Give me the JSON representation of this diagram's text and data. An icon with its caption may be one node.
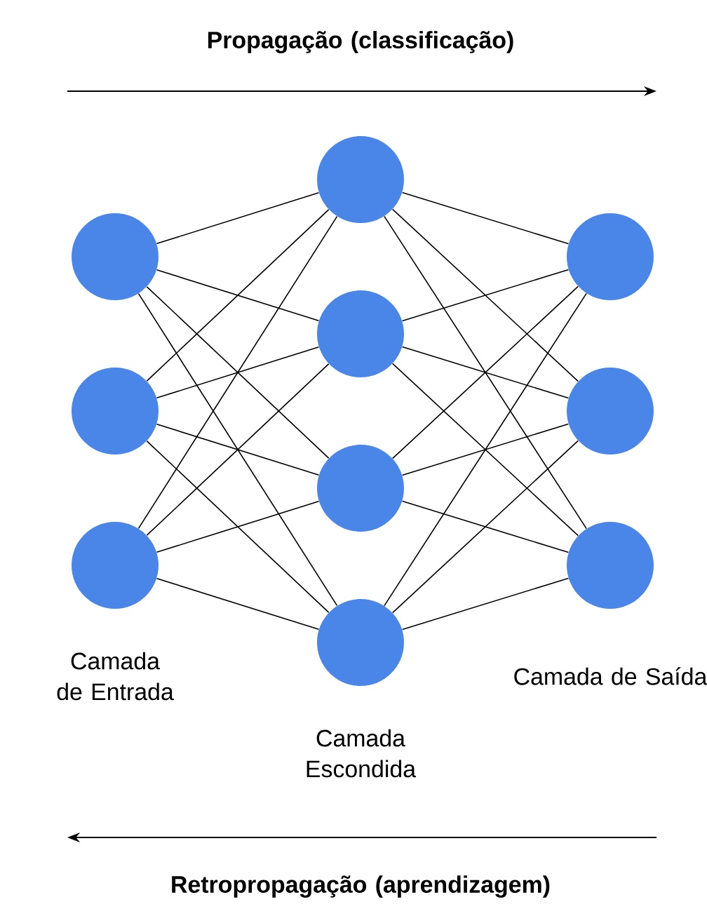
{
  "diagram": {
    "nodes": [
      {
        "text": [],
        "shape": "circle"
      },
      {
        "text": [],
        "shape": "circle"
      },
      {
        "text": [],
        "shape": "circle"
      },
      {
        "text": [],
        "shape": "circle"
      },
      {
        "text": [],
        "shape": "circle"
      },
      {
        "text": [],
        "shape": "circle"
      },
      {
        "text": [],
        "shape": "circle"
      },
      {
        "text": [],
        "shape": "circle"
      },
      {
        "text": [],
        "shape": "circle"
      },
      {
        "text": [],
        "shape": "circle"
      }
    ],
    "edges": [
      {
        "from": 0,
        "to": 3,
        "arrow": "none"
      },
      {
        "from": 0,
        "to": 4,
        "arrow": "none"
      },
      {
        "from": 0,
        "to": 5,
        "arrow": "none"
      },
      {
        "from": 0,
        "to": 6,
        "arrow": "none"
      },
      {
        "from": 1,
        "to": 3,
        "arrow": "none"
      },
      {
        "from": 1,
        "to": 4,
        "arrow": "none"
      },
      {
        "from": 1,
        "to": 5,
        "arrow": "none"
      },
      {
        "from": 1,
        "to": 6,
        "arrow": "none"
      },
      {
        "from": 2,
        "to": 3,
        "arrow": "none"
      },
      {
        "from": 2,
        "to": 4,
        "arrow": "none"
      },
      {
        "from": 2,
        "to": 5,
        "arrow": "none"
      },
      {
        "from": 2,
        "to": 6,
        "arrow": "none"
      },
      {
        "from": 3,
        "to": 7,
        "arrow": "none"
      },
      {
        "from": 3,
        "to": 8,
        "arrow": "none"
      },
      {
        "from": 3,
        "to": 9,
        "arrow": "none"
      },
      {
        "from": 4,
        "to": 7,
        "arrow": "none"
      },
      {
        "from": 4,
        "to": 8,
        "arrow": "none"
      },
      {
        "from": 4,
        "to": 9,
        "arrow": "none"
      },
      {
        "from": 5,
        "to": 7,
        "arrow": "none"
      },
      {
        "from": 5,
        "to": 8,
        "arrow": "none"
      },
      {
        "from": 5,
        "to": 9,
        "arrow": "none"
      },
      {
        "from": 6,
        "to": 7,
        "arrow": "none"
      },
      {
        "from": 6,
        "to": 8,
        "arrow": "none"
      },
      {
        "from": 6,
        "to": 9,
        "arrow": "none"
      }
    ],
    "labels": [
      "Propagação (classificação)",
      "Camada de Entrada",
      "Camada de Saída",
      "Camada Escondida",
      "Retropropagação (aprendizagem)"
    ]
  }
}
